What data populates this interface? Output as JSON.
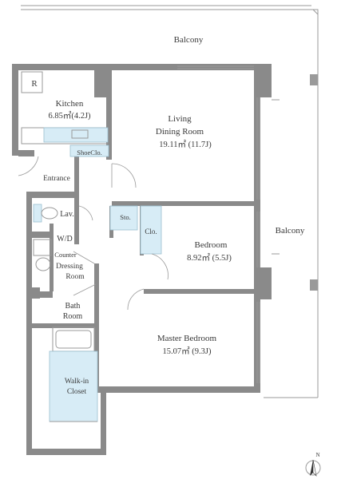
{
  "rooms": {
    "balcony_top": "Balcony",
    "balcony_right": "Balcony",
    "kitchen_name": "Kitchen",
    "kitchen_size": "6.85㎡(4.2J)",
    "refrigerator_mark": "R",
    "living_line1": "Living",
    "living_line2": "Dining Room",
    "living_size": "19.11㎡ (11.7J)",
    "shoe_closet": "ShoeClo.",
    "entrance": "Entrance",
    "lavatory": "Lav.",
    "storage": "Sto.",
    "closet": "Clo.",
    "bedroom_name": "Bedroom",
    "bedroom_size": "8.92㎡ (5.5J)",
    "washer_dryer": "W/D",
    "counter": "Counter",
    "dressing_line1": "Dressing",
    "dressing_line2": "Room",
    "bath_line1": "Bath",
    "bath_line2": "Room",
    "master_name": "Master Bedroom",
    "master_size": "15.07㎡ (9.3J)",
    "walkin_line1": "Walk-in",
    "walkin_line2": "Closet"
  },
  "compass": {
    "label": "N"
  },
  "colors": {
    "wall": "#8a8a8a",
    "wet_area": "#d7ecf6",
    "text": "#3a3a3a"
  }
}
